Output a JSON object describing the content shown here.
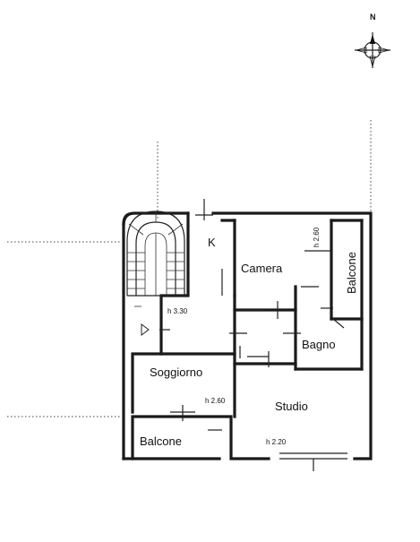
{
  "plan": {
    "north_label": "N",
    "rooms": {
      "k": "K",
      "camera": "Camera",
      "balcone_right": "Balcone",
      "bagno": "Bagno",
      "soggiorno": "Soggiorno",
      "studio": "Studio",
      "balcone_bottom": "Balcone"
    },
    "heights": {
      "soggiorno_top": "h 3.30",
      "soggiorno_bottom": "h 2.60",
      "camera": "h 2.60",
      "studio": "h 2.20"
    },
    "icons": [
      "compass-icon",
      "staircase"
    ]
  }
}
